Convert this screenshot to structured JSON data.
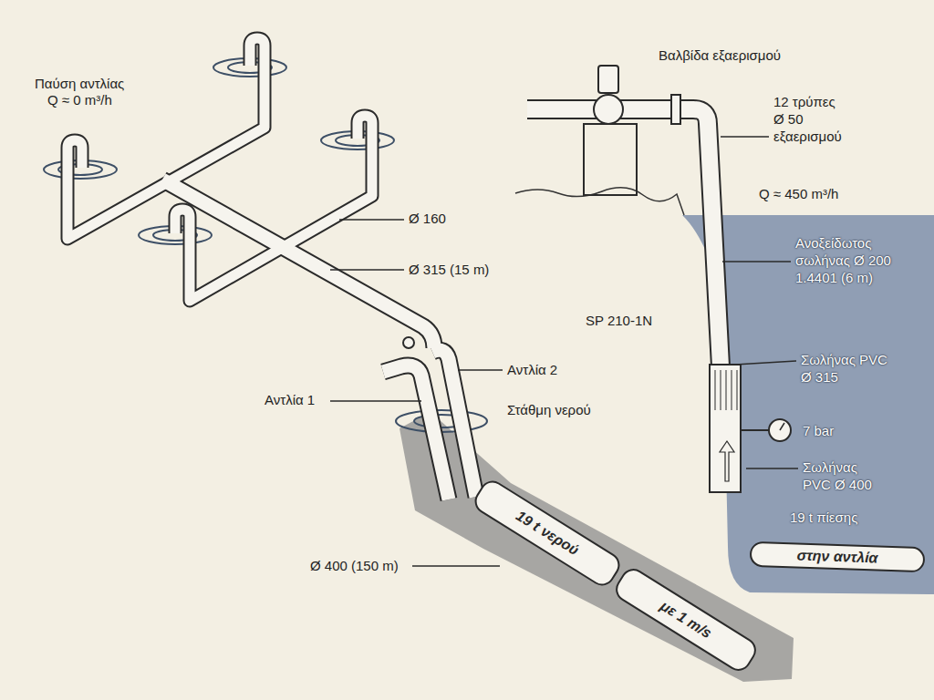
{
  "diagram": {
    "nodes": [
      {
        "text": [
          "19 t νερού"
        ]
      },
      {
        "text": [
          "με 1 m/s"
        ]
      },
      {
        "text": [
          "στην αντλία"
        ]
      }
    ],
    "labels": [
      "Παύση αντλίας",
      "Q ≈ 0 m³/h",
      "Ø 160",
      "Ø 315 (15 m)",
      "Αντλία 2",
      "Αντλία 1",
      "Στάθμη νερού",
      "Ø 400 (150 m)",
      "Βαλβίδα εξαερισμού",
      "12 τρύπες",
      "Ø 50",
      "εξαερισμού",
      "Q ≈ 450 m³/h",
      "SP 210-1N",
      "Ανοξείδωτος",
      "σωλήνας Ø 200",
      "1.4401 (6 m)",
      "Σωλήνας PVC",
      "Ø 315",
      "7 bar",
      "Σωλήνας",
      "PVC Ø 400",
      "19 t πίεσης"
    ]
  }
}
